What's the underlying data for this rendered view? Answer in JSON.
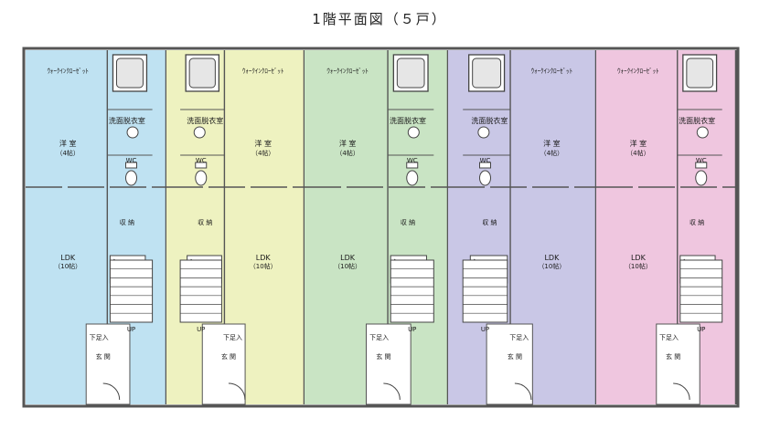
{
  "title": "1階平面図（５戸）",
  "colors": {
    "background": "#ffffff",
    "unit_fills": [
      "#bfe2f2",
      "#eef2c0",
      "#c9e4c4",
      "#c9c7e6",
      "#efc6df"
    ],
    "wall": "#555555",
    "fixture": "#444444"
  },
  "units": [
    {
      "id": "unit-1",
      "fill_index": 0,
      "mirrored": false,
      "labels": {
        "closet": "ｳｫｰｸｲﾝｸﾛｰｾﾞｯﾄ",
        "washroom": "洗面脱衣室",
        "bedroom": "洋 室",
        "bedroom_size": "（4帖）",
        "wc": "WC",
        "storage": "収 納",
        "ldk": "LDK",
        "ldk_size": "（10帖）",
        "stairs": "UP",
        "shoe_storage": "下足入",
        "entrance": "玄 関"
      }
    },
    {
      "id": "unit-2",
      "fill_index": 1,
      "mirrored": true,
      "labels": {
        "closet": "ｳｫｰｸｲﾝｸﾛｰｾﾞｯﾄ",
        "washroom": "洗面脱衣室",
        "bedroom": "洋 室",
        "bedroom_size": "（4帖）",
        "wc": "WC",
        "storage": "収 納",
        "ldk": "LDK",
        "ldk_size": "（10帖）",
        "stairs": "UP",
        "shoe_storage": "下足入",
        "entrance": "玄 関"
      }
    },
    {
      "id": "unit-3",
      "fill_index": 2,
      "mirrored": false,
      "labels": {
        "closet": "ｳｫｰｸｲﾝｸﾛｰｾﾞｯﾄ",
        "washroom": "洗面脱衣室",
        "bedroom": "洋 室",
        "bedroom_size": "（4帖）",
        "wc": "WC",
        "storage": "収 納",
        "ldk": "LDK",
        "ldk_size": "（10帖）",
        "stairs": "UP",
        "shoe_storage": "下足入",
        "entrance": "玄 関"
      }
    },
    {
      "id": "unit-4",
      "fill_index": 3,
      "mirrored": true,
      "labels": {
        "closet": "ｳｫｰｸｲﾝｸﾛｰｾﾞｯﾄ",
        "washroom": "洗面脱衣室",
        "bedroom": "洋 室",
        "bedroom_size": "（4帖）",
        "wc": "WC",
        "storage": "収 納",
        "ldk": "LDK",
        "ldk_size": "（10帖）",
        "stairs": "UP",
        "shoe_storage": "下足入",
        "entrance": "玄 関"
      }
    },
    {
      "id": "unit-5",
      "fill_index": 4,
      "mirrored": false,
      "labels": {
        "closet": "ｳｫｰｸｲﾝｸﾛｰｾﾞｯﾄ",
        "washroom": "洗面脱衣室",
        "bedroom": "洋 室",
        "bedroom_size": "（4帖）",
        "wc": "WC",
        "storage": "収 納",
        "ldk": "LDK",
        "ldk_size": "（10帖）",
        "stairs": "UP",
        "shoe_storage": "下足入",
        "entrance": "玄 関"
      }
    }
  ]
}
